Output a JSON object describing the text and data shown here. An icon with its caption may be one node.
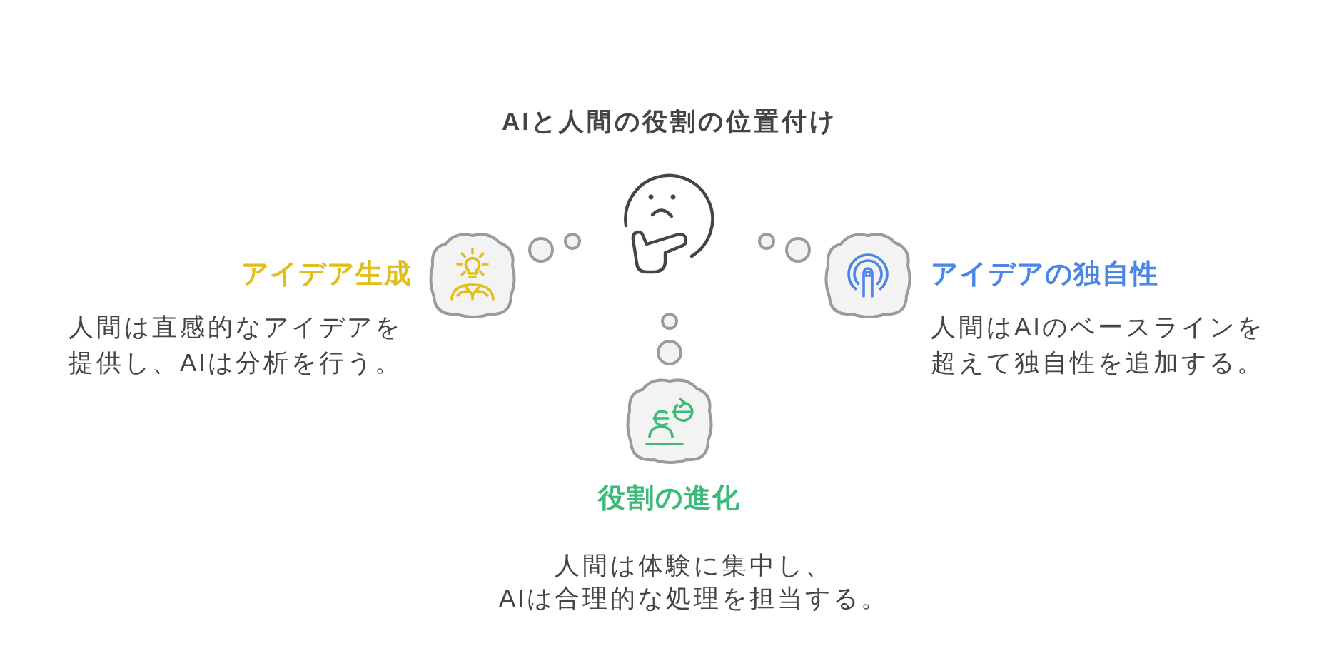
{
  "diagram": {
    "title": "AIと人間の役割の位置付け",
    "nodes": [
      {
        "text": [],
        "shape": "cloud",
        "beside": [
          "アイデア生成",
          "人間は直感的なアイデアを提供し、AIは分析を行う。"
        ]
      },
      {
        "text": [],
        "shape": "cloud",
        "beside": [
          "アイデアの独自性",
          "人間はAIのベースラインを超えて独自性を追加する。"
        ]
      },
      {
        "text": [],
        "shape": "cloud",
        "beside": [
          "役割の進化",
          "人間は体験に集中し、AIは合理的な処理を担当する。"
        ]
      }
    ]
  }
}
